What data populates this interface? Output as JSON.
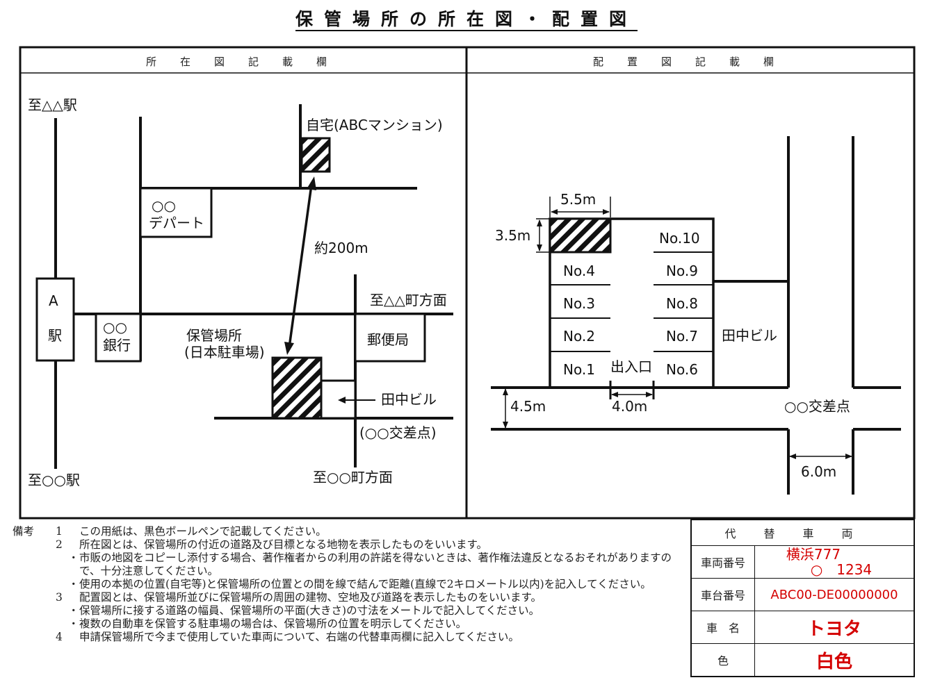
{
  "title": "保管場所の所在図・配置図",
  "left_panel": {
    "header": "所在図記載欄",
    "labels": {
      "to_station_top": "至△△駅",
      "home": "自宅(ABCマンション)",
      "dept1": "○○",
      "dept2": "デパート",
      "distance": "約200m",
      "station_a": "A",
      "station_eki": "駅",
      "bank1": "○○",
      "bank2": "銀行",
      "to_town_right": "至△△町方面",
      "parking1": "保管場所",
      "parking2": "(日本駐車場)",
      "post_office": "郵便局",
      "tanaka": "田中ビル",
      "intersection": "(○○交差点)",
      "to_station_bottom": "至○○駅",
      "to_town_bottom": "至○○町方面"
    }
  },
  "right_panel": {
    "header": "配置図記載欄",
    "labels": {
      "width_top": "5.5m",
      "height_left": "3.5m",
      "slots_left": [
        "No.4",
        "No.3",
        "No.2",
        "No.1"
      ],
      "slots_right": [
        "No.10",
        "No.9",
        "No.8",
        "No.7",
        "No.6"
      ],
      "entrance": "出入口",
      "tanaka": "田中ビル",
      "road_width": "4.5m",
      "entrance_width": "4.0m",
      "intersection": "○○交差点",
      "side_road_width": "6.0m"
    }
  },
  "notes": {
    "label": "備考",
    "items": [
      {
        "num": "1",
        "text": "この用紙は、黒色ボールペンで記載してください。"
      },
      {
        "num": "2",
        "text": "所在図とは、保管場所の付近の道路及び目標となる地物を表示したものをいいます。"
      },
      {
        "bullet": "・",
        "text": "市販の地図をコピーし添付する場合、著作権者からの利用の許諾を得ないときは、著作権法違反となるおそれがありますので、十分注意してください。"
      },
      {
        "bullet": "・",
        "text": "使用の本拠の位置(自宅等)と保管場所の位置との間を線で結んで距離(直線で2キロメートル以内)を記入してください。"
      },
      {
        "num": "3",
        "text": "配置図とは、保管場所並びに保管場所の周囲の建物、空地及び道路を表示したものをいいます。"
      },
      {
        "bullet": "・",
        "text": "保管場所に接する道路の幅員、保管場所の平面(大きさ)の寸法をメートルで記入してください。"
      },
      {
        "bullet": "・",
        "text": "複数の自動車を保管する駐車場の場合は、保管場所の位置を明示してください。"
      },
      {
        "num": "4",
        "text": "申請保管場所で今まで使用していた車両について、右端の代替車両欄に記入してください。"
      }
    ]
  },
  "substitute_vehicle": {
    "header": "代替車両",
    "rows": [
      {
        "key": "車両番号",
        "value_line1": "横浜777",
        "value_line2": "○　1234"
      },
      {
        "key": "車台番号",
        "value": "ABC00-DE00000000"
      },
      {
        "key": "車　名",
        "value": "トヨタ"
      },
      {
        "key": "色",
        "value": "白色"
      }
    ]
  },
  "colors": {
    "ink": "#111111",
    "accent_red": "#d40000"
  }
}
